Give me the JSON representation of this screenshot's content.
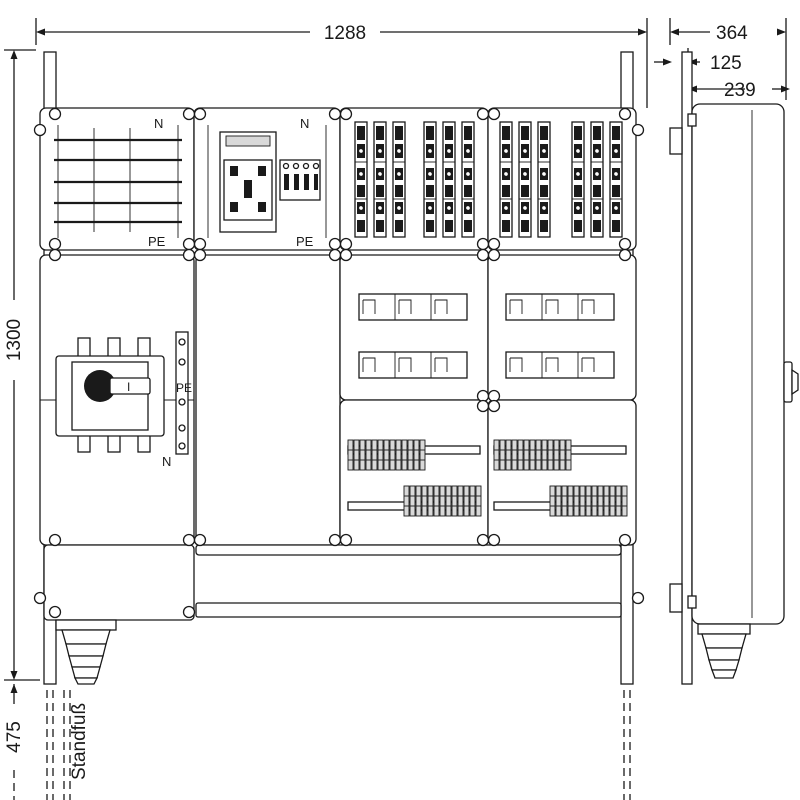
{
  "dimensions": {
    "width_total": "1288",
    "height_total": "1300",
    "foot_height": "475",
    "depth_total": "364",
    "depth_front": "125",
    "depth_body": "239"
  },
  "labels": {
    "neutral": "N",
    "protective_earth": "PE",
    "switch_position": "I",
    "foot": "Standfuß"
  }
}
